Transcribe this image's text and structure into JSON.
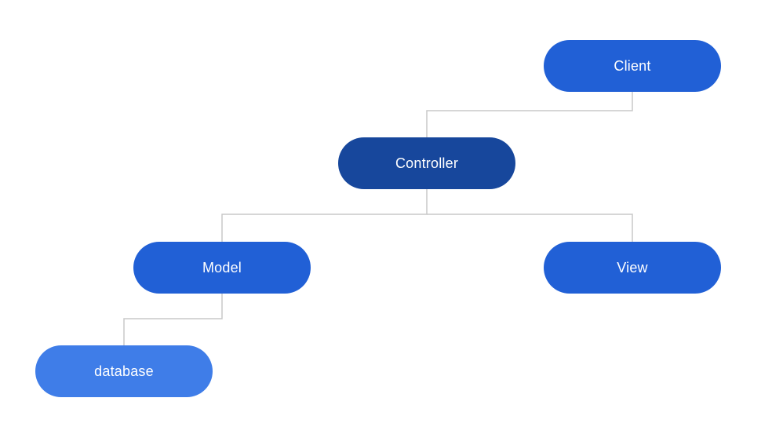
{
  "colors": {
    "connector": "#c8c8c8",
    "node_default": "#2160d6",
    "node_root": "#17479c",
    "node_leaf": "#3f7de8"
  },
  "nodes": {
    "client": {
      "label": "Client",
      "role": "default"
    },
    "controller": {
      "label": "Controller",
      "role": "root"
    },
    "model": {
      "label": "Model",
      "role": "default"
    },
    "view": {
      "label": "View",
      "role": "default"
    },
    "database": {
      "label": "database",
      "role": "leaf"
    }
  },
  "edges": [
    {
      "from": "client",
      "to": "controller"
    },
    {
      "from": "controller",
      "to": "model"
    },
    {
      "from": "controller",
      "to": "view"
    },
    {
      "from": "model",
      "to": "database"
    }
  ]
}
